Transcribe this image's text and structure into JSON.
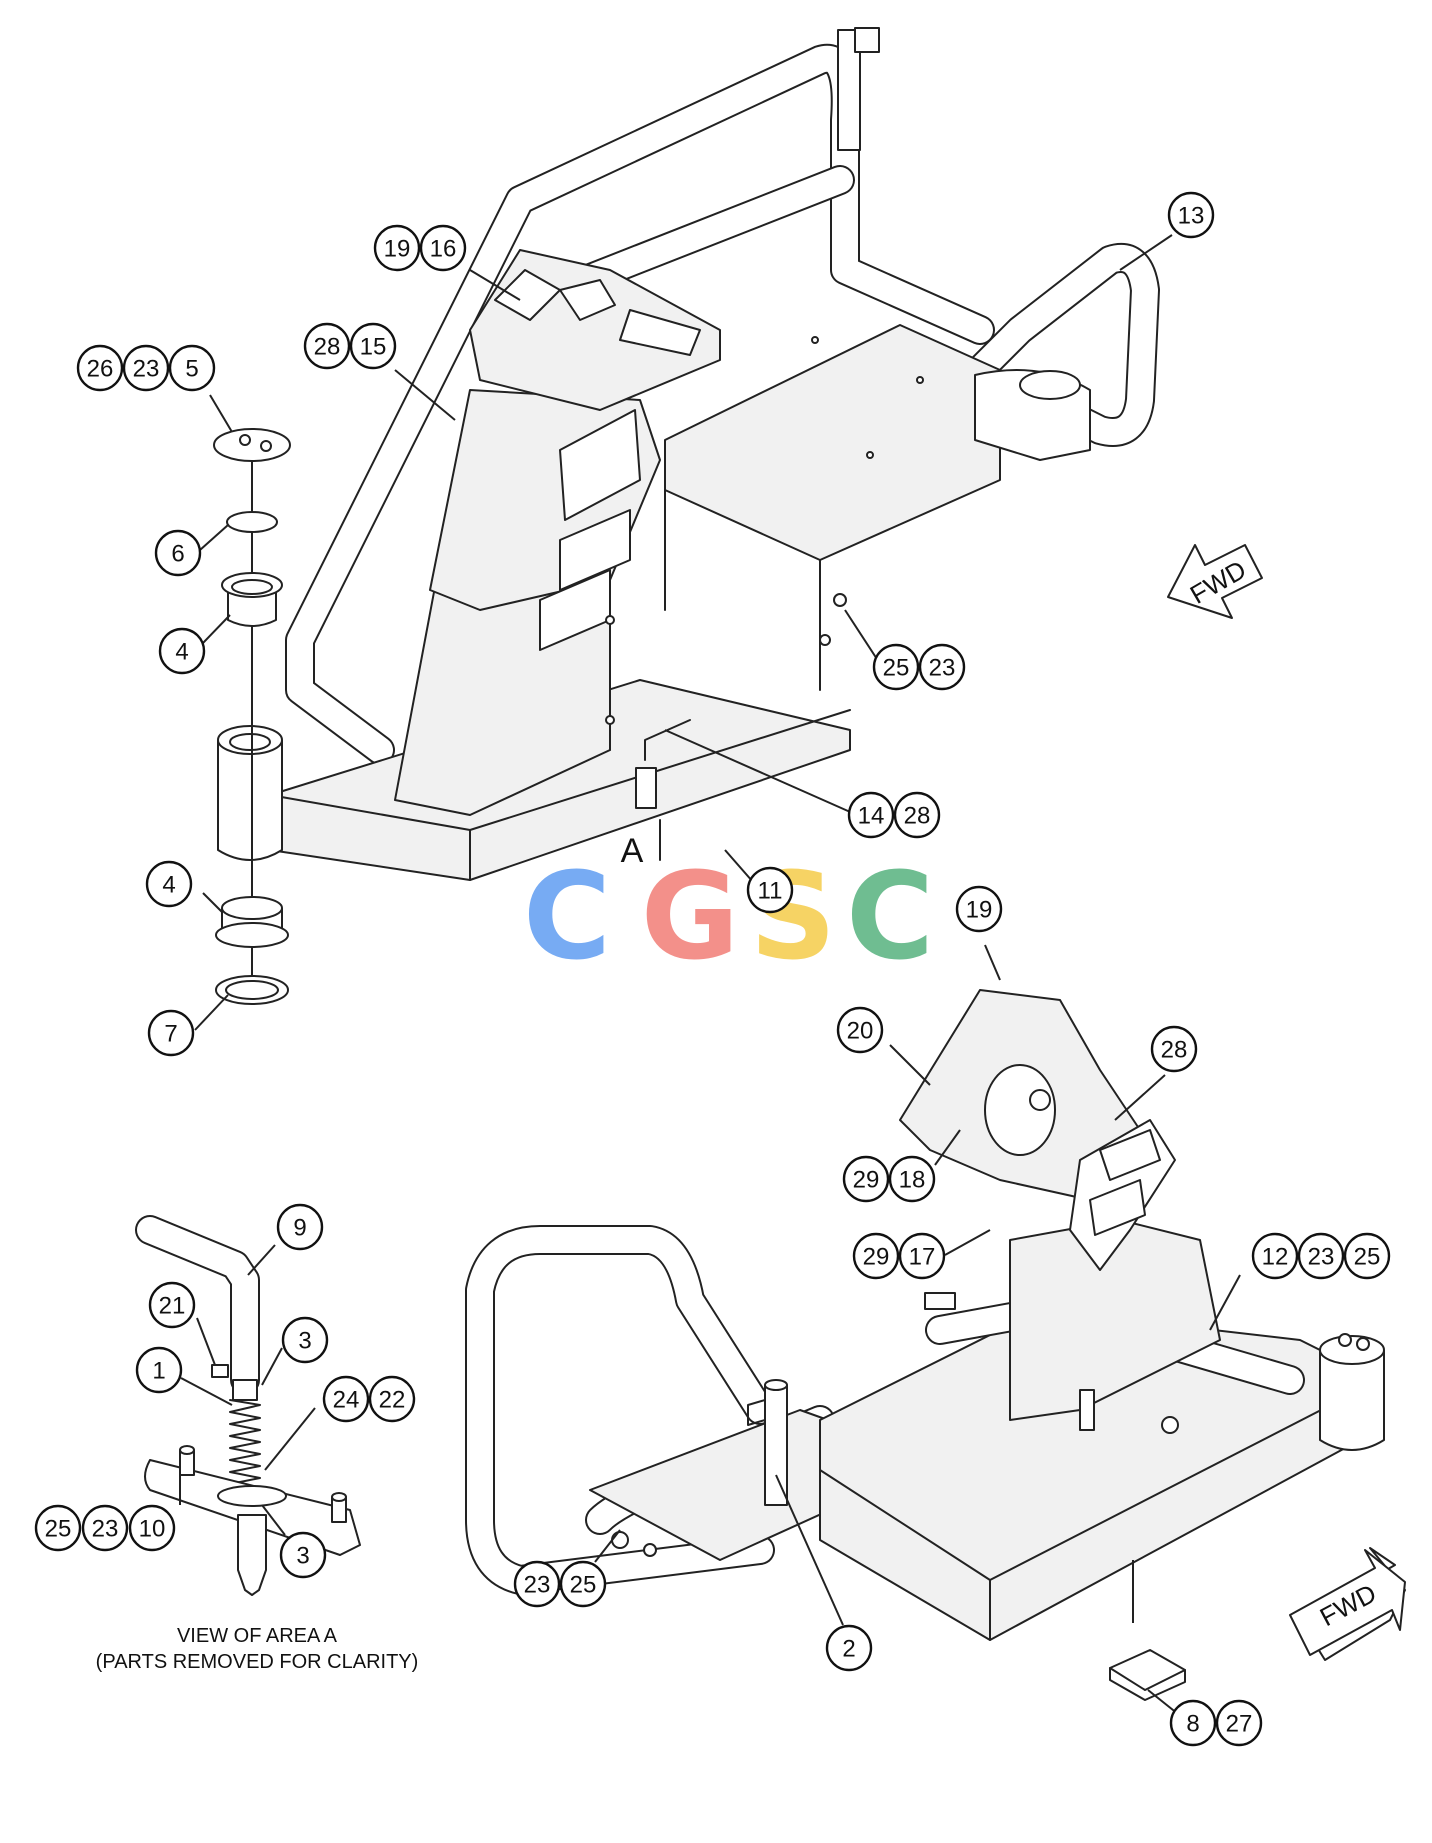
{
  "area_label": "A",
  "caption": {
    "line1": "VIEW OF AREA A",
    "line2": "(PARTS REMOVED FOR CLARITY)"
  },
  "fwd_label": "FWD",
  "watermark": {
    "letters": [
      "C",
      "G",
      "S",
      "C"
    ],
    "colors": [
      "#4a8ff0",
      "#ef6b63",
      "#f4c531",
      "#3fa76d"
    ]
  },
  "callouts": {
    "c19a": "19",
    "c16": "16",
    "c28a": "28",
    "c15": "15",
    "c26": "26",
    "c23a": "23",
    "c5": "5",
    "c6": "6",
    "c4a": "4",
    "c4b": "4",
    "c7": "7",
    "c13": "13",
    "c25a": "25",
    "c23b": "23",
    "c14": "14",
    "c28b": "28",
    "c11": "11",
    "c19b": "19",
    "c20": "20",
    "c28c": "28",
    "c29a": "29",
    "c18": "18",
    "c29b": "29",
    "c17": "17",
    "c12": "12",
    "c23c": "23",
    "c25b": "25",
    "c9": "9",
    "c21": "21",
    "c3a": "3",
    "c1": "1",
    "c24": "24",
    "c22": "22",
    "c25c": "25",
    "c23d": "23",
    "c10": "10",
    "c3b": "3",
    "c23e": "23",
    "c25d": "25",
    "c2": "2",
    "c8": "8",
    "c27": "27"
  }
}
